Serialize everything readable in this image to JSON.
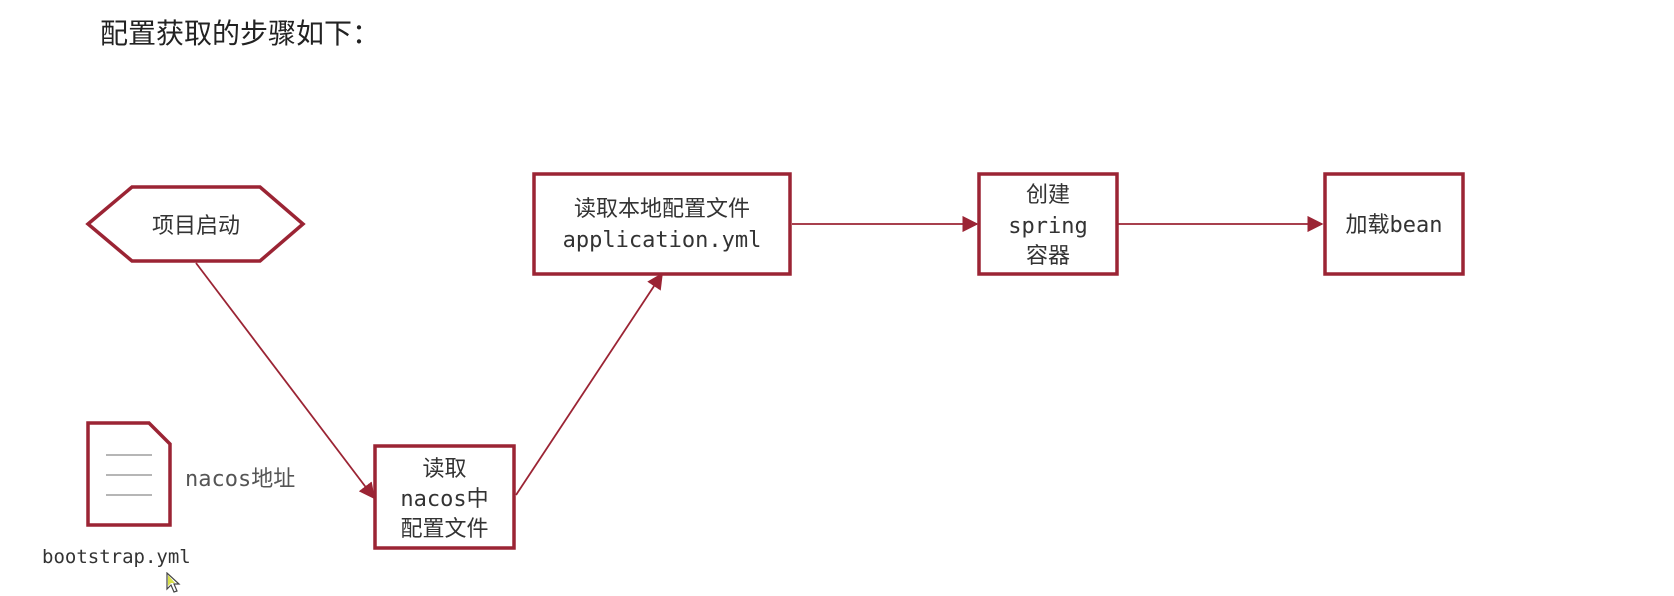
{
  "title": "配置获取的步骤如下：",
  "colors": {
    "accent": "#9b2434",
    "text": "#333333"
  },
  "icons": {
    "file": "file-icon",
    "cursor": "mouse-cursor-icon"
  },
  "nodes": {
    "start": {
      "label": "项目启动"
    },
    "read_nacos": {
      "lines": [
        "读取",
        "nacos中",
        "配置文件"
      ]
    },
    "read_local": {
      "lines": [
        "读取本地配置文件",
        "application.yml"
      ]
    },
    "create_spring": {
      "lines": [
        "创建",
        "spring",
        "容器"
      ]
    },
    "load_bean": {
      "label": "加载bean"
    }
  },
  "file_note": {
    "label": "nacos地址",
    "filename": "bootstrap.yml"
  }
}
